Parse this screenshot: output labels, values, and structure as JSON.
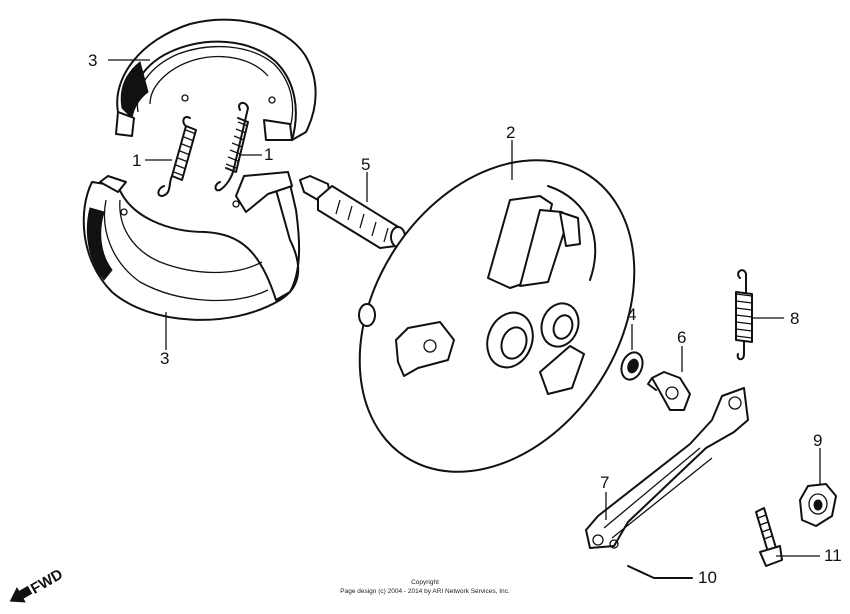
{
  "callouts": [
    {
      "id": "c1a",
      "text": "1"
    },
    {
      "id": "c1b",
      "text": "1"
    },
    {
      "id": "c2",
      "text": "2"
    },
    {
      "id": "c3a",
      "text": "3"
    },
    {
      "id": "c3b",
      "text": "3"
    },
    {
      "id": "c4",
      "text": "4"
    },
    {
      "id": "c5",
      "text": "5"
    },
    {
      "id": "c6",
      "text": "6"
    },
    {
      "id": "c7",
      "text": "7"
    },
    {
      "id": "c8",
      "text": "8"
    },
    {
      "id": "c9",
      "text": "9"
    },
    {
      "id": "c10",
      "text": "10"
    },
    {
      "id": "c11",
      "text": "11"
    }
  ],
  "direction_label": "FWD",
  "copyright": {
    "line1": "Copyright",
    "line2": "Page design (c) 2004 - 2014 by ARI Network Services, Inc."
  }
}
